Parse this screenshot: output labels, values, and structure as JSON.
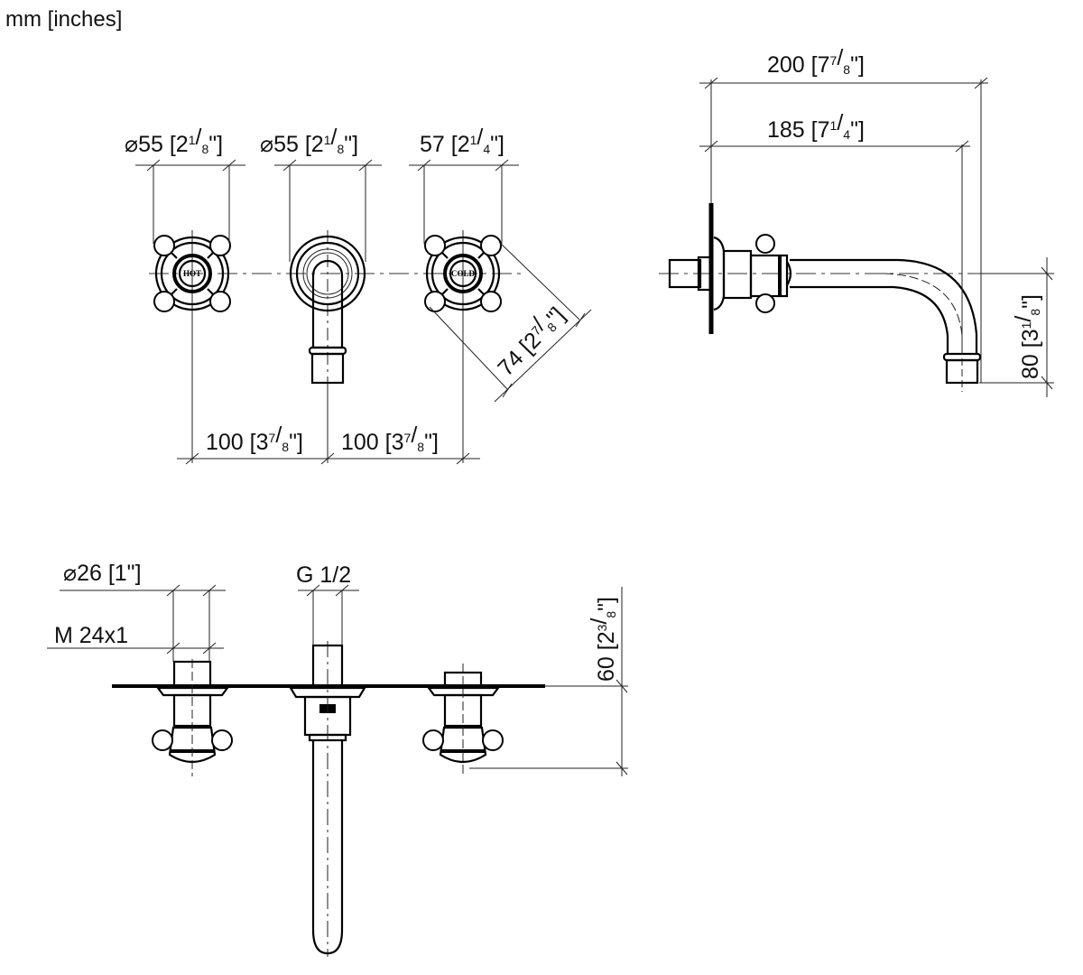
{
  "header": {
    "units_label": "mm [inches]"
  },
  "front_view": {
    "dims": {
      "hot_handle_diameter": {
        "symbol": "⌀",
        "mm": "55",
        "in_whole": "2",
        "in_num": "1",
        "in_den": "8",
        "in_close": "\""
      },
      "spout_rosette_diameter": {
        "symbol": "⌀",
        "mm": "55",
        "in_whole": "2",
        "in_num": "1",
        "in_den": "8",
        "in_close": "\""
      },
      "cold_handle_width": {
        "mm": "57",
        "in_whole": "2",
        "in_num": "1",
        "in_den": "4",
        "in_close": "\""
      },
      "diagonal_handle_span": {
        "mm": "74",
        "in_whole": "2",
        "in_num": "7",
        "in_den": "8",
        "in_close": "\""
      },
      "spacing_left": {
        "mm": "100",
        "in_whole": "3",
        "in_num": "7",
        "in_den": "8",
        "in_close": "\""
      },
      "spacing_right": {
        "mm": "100",
        "in_whole": "3",
        "in_num": "7",
        "in_den": "8",
        "in_close": "\""
      }
    },
    "handle_labels": {
      "hot": "HOT",
      "cold": "COLD"
    }
  },
  "side_view": {
    "dims": {
      "projection_total": {
        "mm": "200",
        "in_whole": "7",
        "in_num": "7",
        "in_den": "8",
        "in_close": "\""
      },
      "projection_outlet": {
        "mm": "185",
        "in_whole": "7",
        "in_num": "1",
        "in_den": "4",
        "in_close": "\""
      },
      "outlet_drop": {
        "mm": "80",
        "in_whole": "3",
        "in_num": "1",
        "in_den": "8",
        "in_close": "\""
      }
    }
  },
  "top_view": {
    "dims": {
      "valve_body_diameter": {
        "symbol": "⌀",
        "mm": "26",
        "in_text": "1\""
      },
      "thread_valve": {
        "text": "M 24x1"
      },
      "thread_spout": {
        "text": "G 1/2"
      },
      "installation_depth": {
        "mm": "60",
        "in_whole": "2",
        "in_num": "3",
        "in_den": "8",
        "in_close": "\""
      }
    }
  }
}
